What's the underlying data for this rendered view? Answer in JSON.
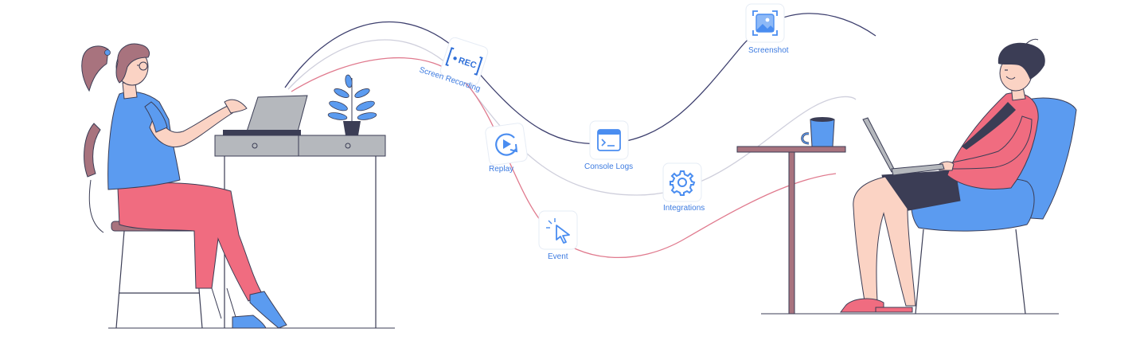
{
  "colors": {
    "accent": "#4a8df0",
    "label": "#3d7be0",
    "path_navy": "#3d3f6e",
    "path_gray": "#c9c9d6",
    "path_pink": "#e07a8e",
    "shirt_blue": "#5b9bf0",
    "pants_pink": "#f06c80",
    "desk_gray": "#b5b8bd",
    "table_mauve": "#a8737e",
    "chair_blue": "#5b9bf0"
  },
  "features": {
    "screen_recording": {
      "label": "Screen Recording",
      "badge": "REC",
      "icon": "rec-icon"
    },
    "replay": {
      "label": "Replay",
      "icon": "replay-icon"
    },
    "event": {
      "label": "Event",
      "icon": "cursor-click-icon"
    },
    "console_logs": {
      "label": "Console Logs",
      "icon": "terminal-icon"
    },
    "integrations": {
      "label": "Integrations",
      "icon": "gear-icon"
    },
    "screenshot": {
      "label": "Screenshot",
      "icon": "image-icon"
    }
  }
}
